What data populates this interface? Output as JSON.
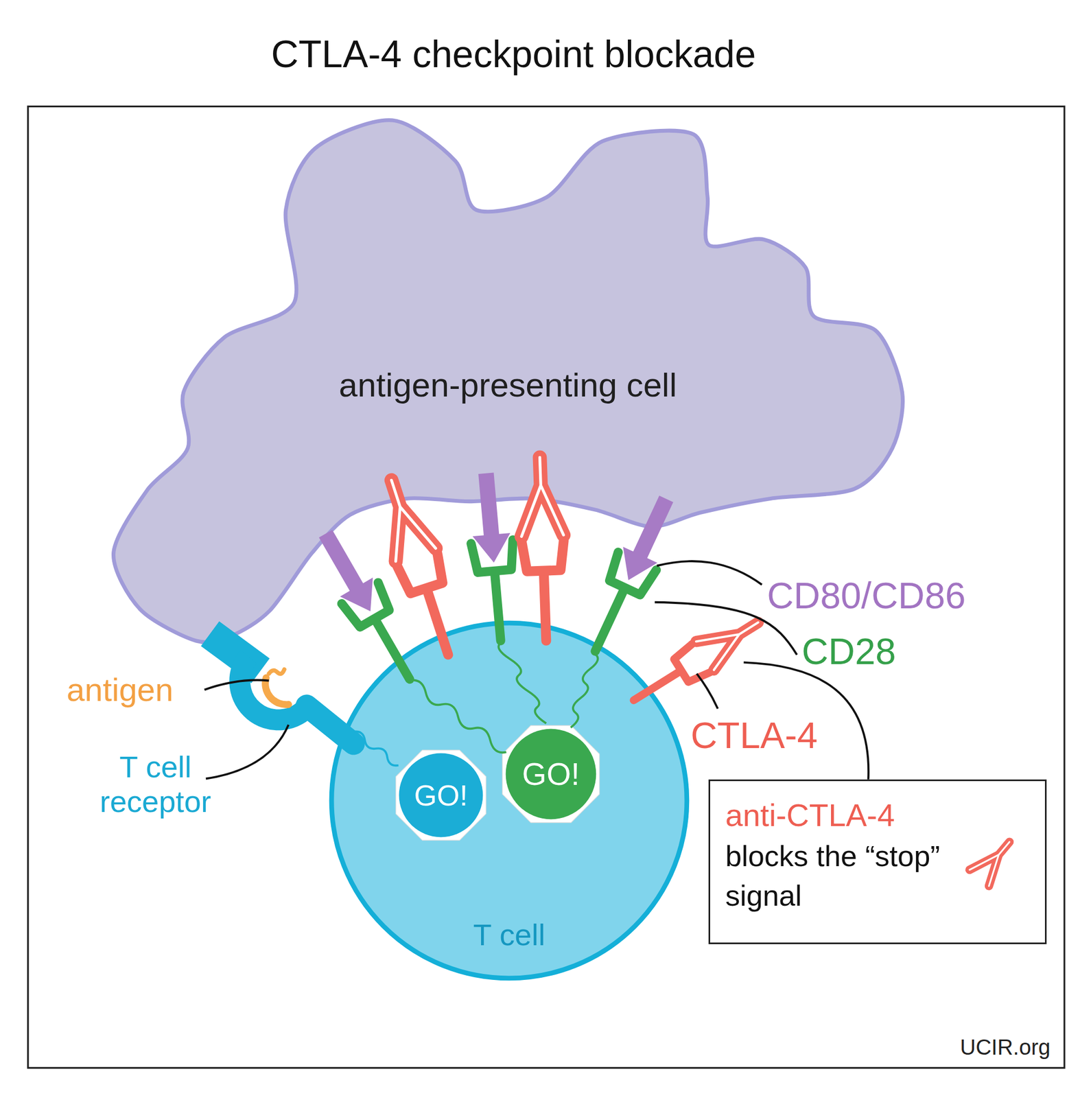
{
  "diagram": {
    "title": "CTLA-4 checkpoint blockade",
    "nodes": [
      {
        "text": [
          "antigen-presenting cell"
        ]
      },
      {
        "text": [
          "T cell"
        ]
      },
      {
        "text": [
          "GO!"
        ],
        "in": 1
      },
      {
        "text": [
          "GO!"
        ],
        "in": 1
      },
      {
        "text": [
          "anti-CTLA-4",
          "blocks the “stop” signal"
        ]
      }
    ],
    "labels": [
      "antigen",
      "T cell receptor",
      "CD80/CD86",
      "CD28",
      "CTLA-4",
      "UCIR.org"
    ]
  }
}
